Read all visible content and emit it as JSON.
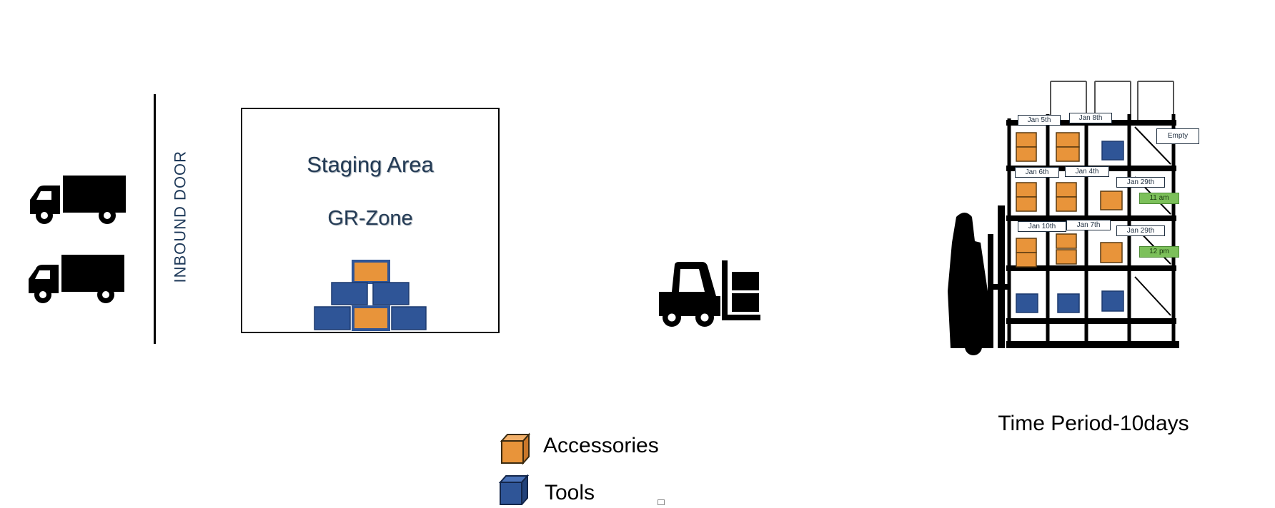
{
  "diagram": {
    "inbound_door_label": "INBOUND DOOR",
    "staging_area": {
      "title": "Staging Area",
      "subtitle": "GR-Zone"
    },
    "rack_labels": [
      "Jan 5th",
      "Jan 8th",
      "Empty",
      "Jan 6th",
      "Jan 4th",
      "Jan 29th",
      "Jan 10th",
      "Jan 7th",
      "Jan 29th"
    ],
    "time_badges": [
      "11 am",
      "12 pm"
    ],
    "time_period": "Time Period-10days",
    "legend": [
      {
        "label": "Accessories",
        "color": "#e8943a"
      },
      {
        "label": "Tools",
        "color": "#2f5597"
      }
    ],
    "icons": [
      "truck-icon",
      "truck-icon",
      "forklift-icon",
      "forklift-operator-icon",
      "storage-rack-icon",
      "box-icon"
    ],
    "colors": {
      "accessories": "#e8943a",
      "tools": "#2f5597",
      "label_text": "#243b55",
      "badge": "#7cc05a"
    }
  }
}
